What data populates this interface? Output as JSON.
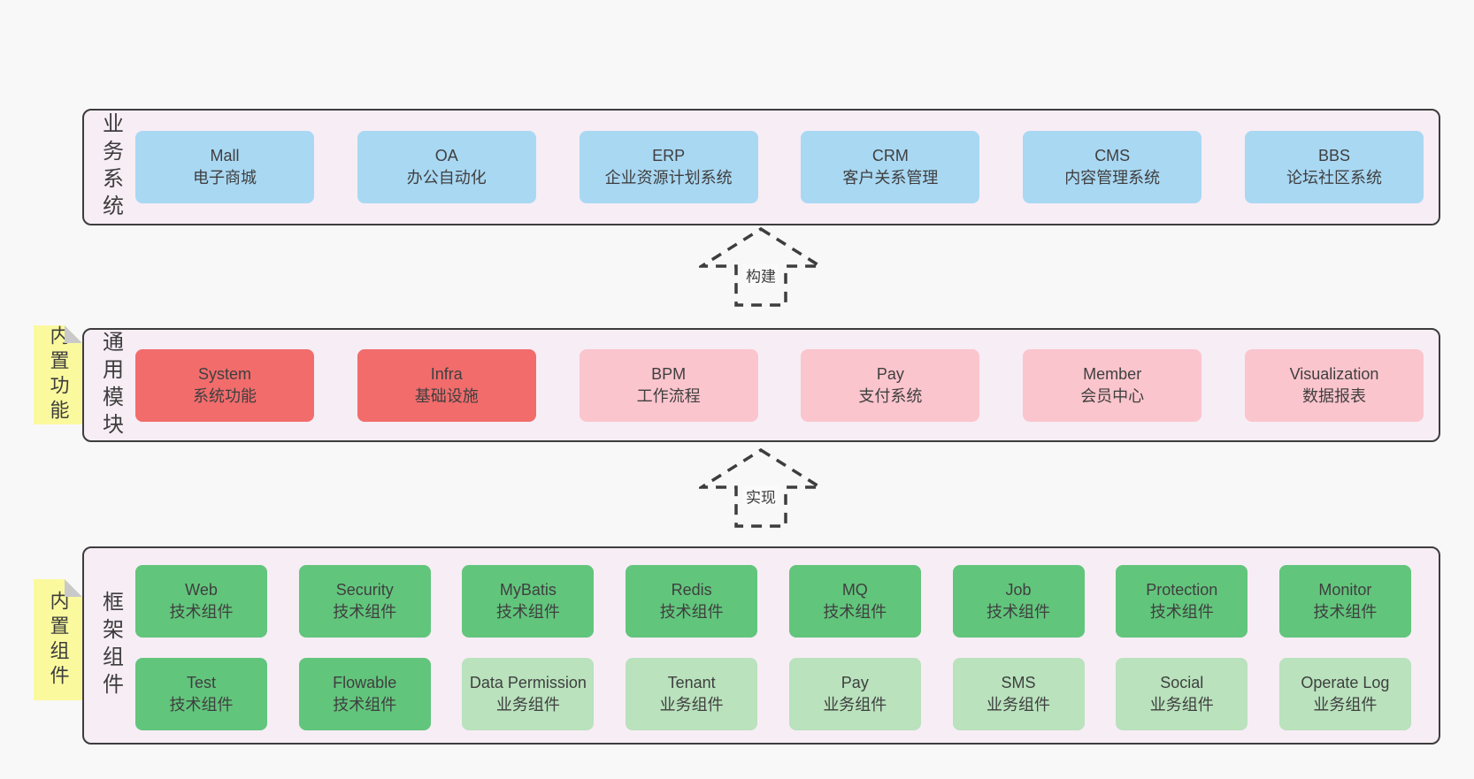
{
  "colors": {
    "page_bg": "#f8f8f8",
    "section_bg": "#f7edf5",
    "border": "#3d3d3d",
    "blue": "#a9d8f3",
    "red": "#f26c6c",
    "pink": "#fbc5cd",
    "green": "#62c57c",
    "light_green": "#b9e2bd",
    "sticky_yellow": "#fbf99e",
    "fold_gray": "#c9c9c9"
  },
  "arrows": [
    {
      "label": "构建"
    },
    {
      "label": "实现"
    }
  ],
  "sections": [
    {
      "label": "业务系统",
      "boxes": [
        {
          "title": "Mall",
          "subtitle": "电子商城",
          "color": "#a9d8f3"
        },
        {
          "title": "OA",
          "subtitle": "办公自动化",
          "color": "#a9d8f3"
        },
        {
          "title": "ERP",
          "subtitle": "企业资源计划系统",
          "color": "#a9d8f3"
        },
        {
          "title": "CRM",
          "subtitle": "客户关系管理",
          "color": "#a9d8f3"
        },
        {
          "title": "CMS",
          "subtitle": "内容管理系统",
          "color": "#a9d8f3"
        },
        {
          "title": "BBS",
          "subtitle": "论坛社区系统",
          "color": "#a9d8f3"
        }
      ]
    },
    {
      "label": "通用模块",
      "sticky": "内置功能",
      "boxes": [
        {
          "title": "System",
          "subtitle": "系统功能",
          "color": "#f26c6c"
        },
        {
          "title": "Infra",
          "subtitle": "基础设施",
          "color": "#f26c6c"
        },
        {
          "title": "BPM",
          "subtitle": "工作流程",
          "color": "#fbc5cd"
        },
        {
          "title": "Pay",
          "subtitle": "支付系统",
          "color": "#fbc5cd"
        },
        {
          "title": "Member",
          "subtitle": "会员中心",
          "color": "#fbc5cd"
        },
        {
          "title": "Visualization",
          "subtitle": "数据报表",
          "color": "#fbc5cd"
        }
      ]
    },
    {
      "label": "框架组件",
      "sticky": "内置组件",
      "rows": [
        [
          {
            "title": "Web",
            "subtitle": "技术组件",
            "color": "#62c57c"
          },
          {
            "title": "Security",
            "subtitle": "技术组件",
            "color": "#62c57c"
          },
          {
            "title": "MyBatis",
            "subtitle": "技术组件",
            "color": "#62c57c"
          },
          {
            "title": "Redis",
            "subtitle": "技术组件",
            "color": "#62c57c"
          },
          {
            "title": "MQ",
            "subtitle": "技术组件",
            "color": "#62c57c"
          },
          {
            "title": "Job",
            "subtitle": "技术组件",
            "color": "#62c57c"
          },
          {
            "title": "Protection",
            "subtitle": "技术组件",
            "color": "#62c57c"
          },
          {
            "title": "Monitor",
            "subtitle": "技术组件",
            "color": "#62c57c"
          }
        ],
        [
          {
            "title": "Test",
            "subtitle": "技术组件",
            "color": "#62c57c"
          },
          {
            "title": "Flowable",
            "subtitle": "技术组件",
            "color": "#62c57c"
          },
          {
            "title": "Data Permission",
            "subtitle": "业务组件",
            "color": "#b9e2bd"
          },
          {
            "title": "Tenant",
            "subtitle": "业务组件",
            "color": "#b9e2bd"
          },
          {
            "title": "Pay",
            "subtitle": "业务组件",
            "color": "#b9e2bd"
          },
          {
            "title": "SMS",
            "subtitle": "业务组件",
            "color": "#b9e2bd"
          },
          {
            "title": "Social",
            "subtitle": "业务组件",
            "color": "#b9e2bd"
          },
          {
            "title": "Operate Log",
            "subtitle": "业务组件",
            "color": "#b9e2bd"
          }
        ]
      ]
    }
  ]
}
